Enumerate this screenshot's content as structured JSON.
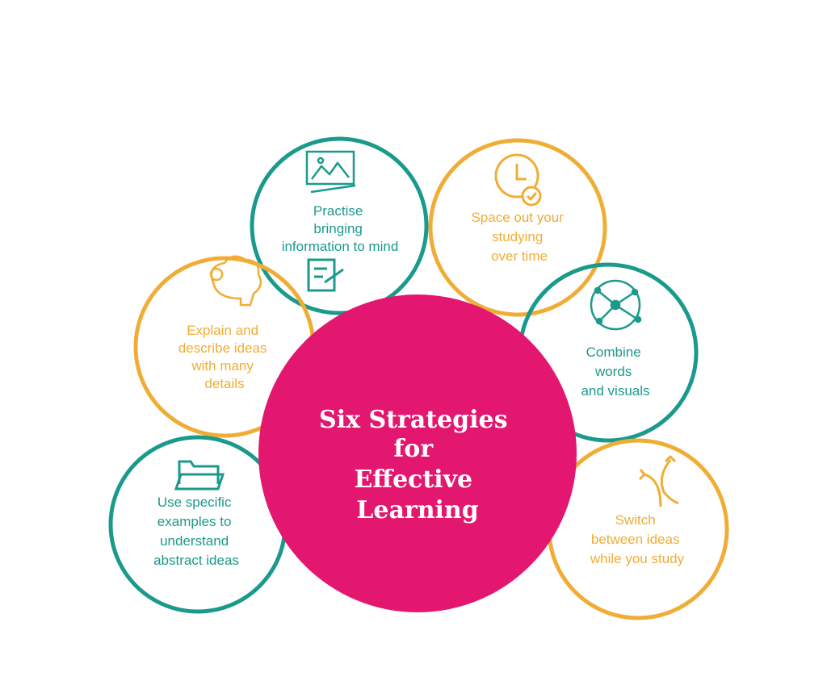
{
  "title": [
    "Six Strategies",
    "for",
    "Effective",
    "Learning"
  ],
  "strategies": [
    {
      "lines": [
        "Practise",
        "bringing",
        "information to mind"
      ],
      "icon": "drawing-board-icon"
    },
    {
      "lines": [
        "Space out your",
        "studying",
        "over time"
      ],
      "icon": "clock-check-icon"
    },
    {
      "lines": [
        "Explain and",
        "describe ideas",
        "with many",
        "details"
      ],
      "icon": "brain-gears-icon"
    },
    {
      "lines": [
        "Combine",
        "words",
        "and visuals"
      ],
      "icon": "network-icon"
    },
    {
      "lines": [
        "Use specific",
        "examples to",
        "understand",
        "abstract ideas"
      ],
      "icon": "folder-icon"
    },
    {
      "lines": [
        "Switch",
        "between ideas",
        "while you study"
      ],
      "icon": "switch-arrows-icon"
    }
  ],
  "colors": {
    "teal": "#1a9a8c",
    "orange": "#f0ad35",
    "pink": "#e3176f"
  }
}
